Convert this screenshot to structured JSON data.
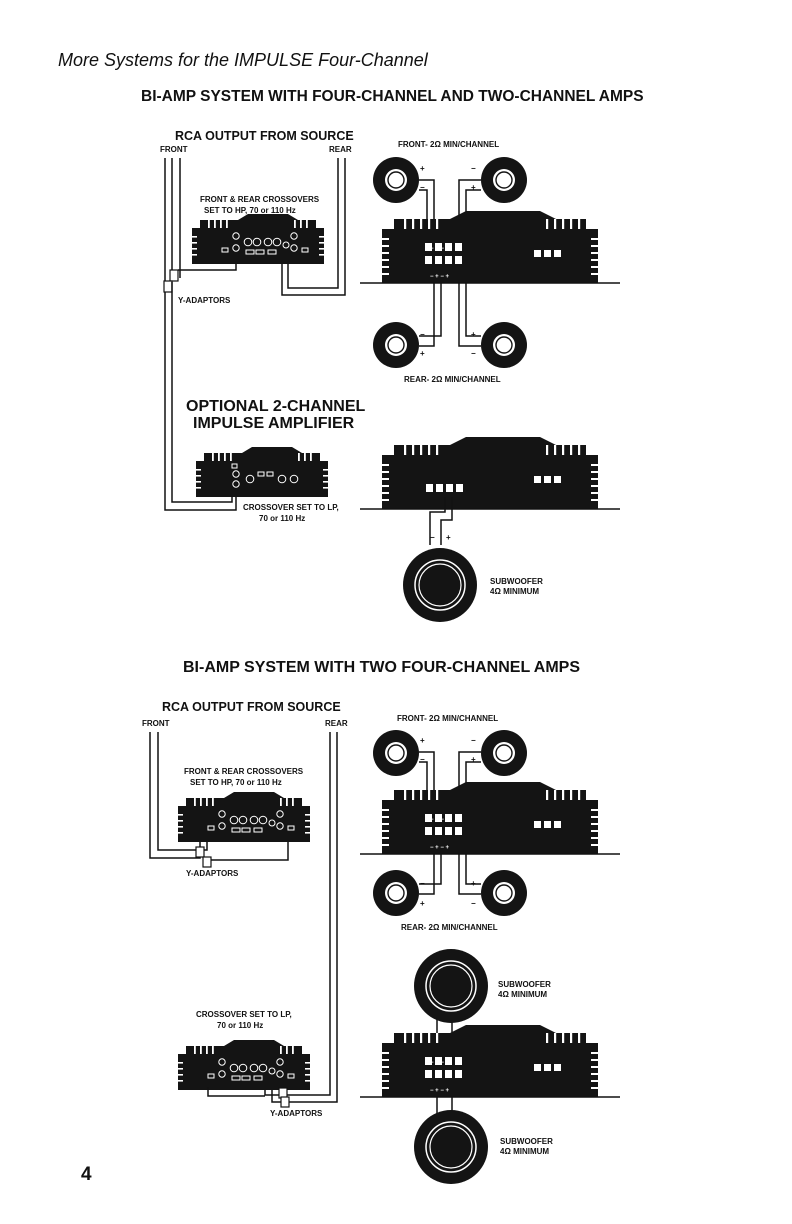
{
  "page_title": "More Systems for the IMPULSE Four-Channel",
  "page_number": "4",
  "diagram1": {
    "title": "BI-AMP SYSTEM WITH FOUR-CHANNEL AND TWO-CHANNEL AMPS",
    "rca_output": "RCA OUTPUT FROM SOURCE",
    "front": "FRONT",
    "rear": "REAR",
    "crossover_line1": "FRONT & REAR CROSSOVERS",
    "crossover_line2": "SET TO HP, 70 or 110 Hz",
    "y_adaptors": "Y-ADAPTORS",
    "optional_line1": "OPTIONAL 2-CHANNEL",
    "optional_line2": "IMPULSE AMPLIFIER",
    "lp_crossover_line1": "CROSSOVER SET TO LP,",
    "lp_crossover_line2": "70 or 110 Hz",
    "front_speakers": "FRONT- 2Ω MIN/CHANNEL",
    "rear_speakers": "REAR- 2Ω MIN/CHANNEL",
    "sub_line1": "SUBWOOFER",
    "sub_line2": "4Ω MINIMUM"
  },
  "diagram2": {
    "title": "BI-AMP SYSTEM WITH TWO FOUR-CHANNEL AMPS",
    "rca_output": "RCA OUTPUT FROM SOURCE",
    "front": "FRONT",
    "rear": "REAR",
    "crossover_line1": "FRONT & REAR CROSSOVERS",
    "crossover_line2": "SET TO HP, 70 or 110 Hz",
    "y_adaptors_top": "Y-ADAPTORS",
    "lp_crossover_line1": "CROSSOVER SET TO LP,",
    "lp_crossover_line2": "70 or 110 Hz",
    "y_adaptors_bottom": "Y-ADAPTORS",
    "front_speakers": "FRONT- 2Ω MIN/CHANNEL",
    "rear_speakers": "REAR- 2Ω MIN/CHANNEL",
    "sub1_line1": "SUBWOOFER",
    "sub1_line2": "4Ω MINIMUM",
    "sub2_line1": "SUBWOOFER",
    "sub2_line2": "4Ω MINIMUM"
  }
}
